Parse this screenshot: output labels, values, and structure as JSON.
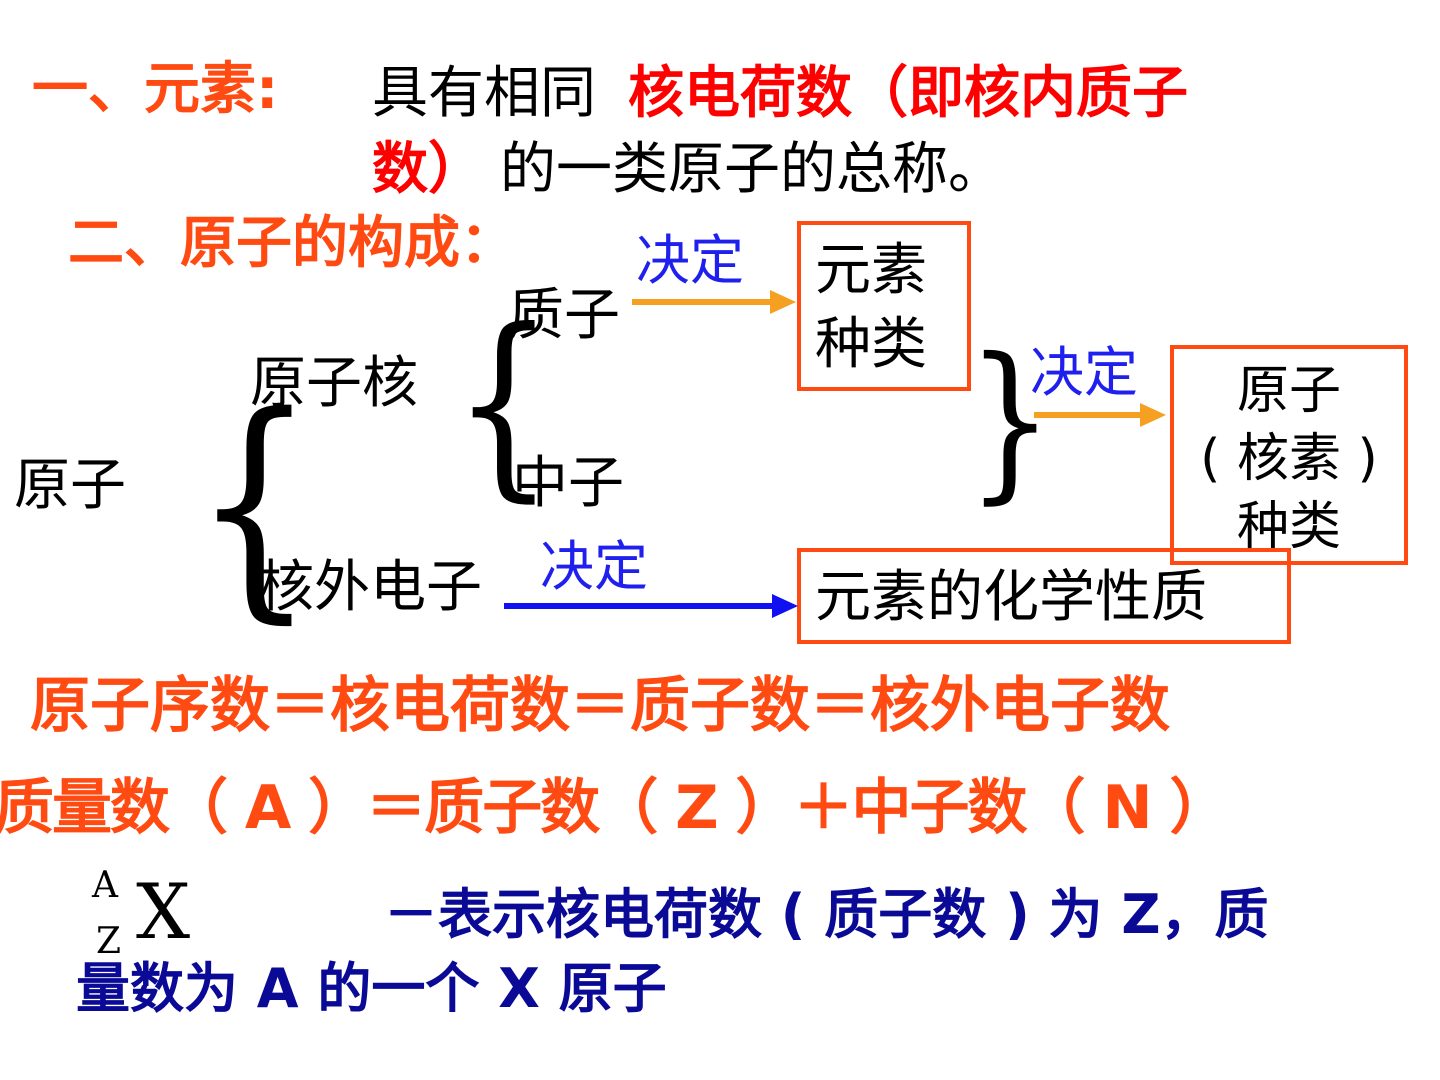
{
  "section1": {
    "heading": "一、元素:",
    "text_a": "具有相同",
    "text_red": "核电荷数（即核内质子",
    "text_red2": "数）",
    "text_b": "的一类原子的总称。"
  },
  "section2": {
    "heading": "二、原子的构成："
  },
  "diagram": {
    "atom": "原子",
    "nucleus": "原子核",
    "proton": "质子",
    "neutron": "中子",
    "electron": "核外电子",
    "decides_1": "决定",
    "decides_2": "决定",
    "decides_3": "决定",
    "box_element_kind": [
      "元素",
      "种类"
    ],
    "box_nuclide_kind": [
      "原子",
      "( 核素 )",
      "种类"
    ],
    "box_chem_property": "元素的化学性质"
  },
  "formulas": {
    "line1": "原子序数＝核电荷数＝质子数＝核外电子数",
    "line2": "质量数（ A ）＝质子数（ Z ）＋中子数（ N ）"
  },
  "notation": {
    "sup": "A",
    "sub": "Z",
    "symbol": "X",
    "desc1": "－表示核电荷数 ( 质子数 ) 为 Z，质",
    "desc2": "量数为 A 的一个 X 原子"
  },
  "colors": {
    "heading": "#ff4a12",
    "highlight": "#ff0000",
    "decide_label": "#1f1fee",
    "arrow_orange": "#f5a020",
    "arrow_blue": "#1010f0",
    "description": "#0a0a96",
    "box_border": "#ff4a12"
  }
}
